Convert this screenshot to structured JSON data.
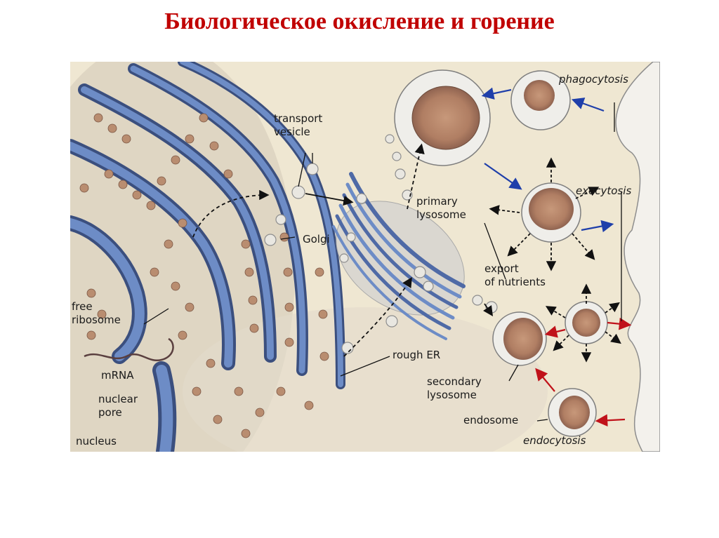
{
  "slide": {
    "title": "Биологическое окисление и горение"
  },
  "diagram": {
    "labels": {
      "transport_vesicle": "transport\nvesicle",
      "golgi": "Golgi",
      "primary_lysosome": "primary\nlysosome",
      "phagocytosis": "phagocytosis",
      "exocytosis": "exocytosis",
      "export_of_nutrients": "export\nof nutrients",
      "free_ribosome": "free\nribosome",
      "mrna": "mRNA",
      "nuclear_pore": "nuclear\npore",
      "nucleus": "nucleus",
      "rough_er": "rough ER",
      "secondary_lysosome": "secondary\nlysosome",
      "endosome": "endosome",
      "endocytosis": "endocytosis"
    },
    "colors": {
      "membrane_blue": "#5b79b4",
      "ribosome_brown": "#b98d70",
      "background": "#efe7d2",
      "arrow_blue": "#1f3faa",
      "arrow_red": "#c0121a",
      "title_red": "#c00000"
    }
  }
}
